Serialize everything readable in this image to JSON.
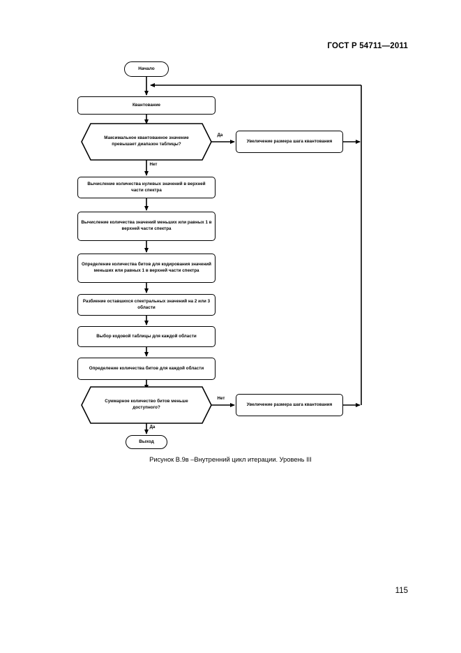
{
  "document": {
    "header": "ГОСТ Р 54711—2011",
    "page_number": "115"
  },
  "figure": {
    "caption": "Рисунок В.9в –Внутренний цикл итерации. Уровень III"
  },
  "flowchart": {
    "nodes": {
      "start": {
        "label": "Начало",
        "type": "terminal"
      },
      "quantization": {
        "label": "Квантование",
        "type": "process"
      },
      "decision_range": {
        "label": "Максимальное квантованное значение превышает диапазон таблицы?",
        "type": "decision"
      },
      "increase_step_top": {
        "label": "Увеличение размера шага квантования",
        "type": "process"
      },
      "count_zeros": {
        "label": "Вычисление количества нулевых значений в верхней части спектра",
        "type": "process"
      },
      "count_le1": {
        "label": "Вычисление количества значений меньших или равных 1 в верхней части спектра",
        "type": "process"
      },
      "bits_le1": {
        "label": "Определение количества битов для кодирования значений меньших или равных 1 в верхней части спектра",
        "type": "process"
      },
      "partition": {
        "label": "Разбиение оставшихся спектральных значений на 2 или 3 области",
        "type": "process"
      },
      "select_table": {
        "label": "Выбор кодовой таблицы для каждой области",
        "type": "process"
      },
      "bits_region": {
        "label": "Определение количества битов для каждой области",
        "type": "process"
      },
      "decision_bits": {
        "label": "Суммарное количество битов меньше доступного?",
        "type": "decision"
      },
      "increase_step_bottom": {
        "label": "Увеличение размера шага квантования",
        "type": "process"
      },
      "exit": {
        "label": "Выход",
        "type": "terminal"
      }
    },
    "edge_labels": {
      "range_yes": "Да",
      "range_no": "Нет",
      "bits_no": "Нет",
      "bits_yes": "Да"
    },
    "colors": {
      "stroke": "#000000",
      "fill": "#ffffff"
    }
  }
}
